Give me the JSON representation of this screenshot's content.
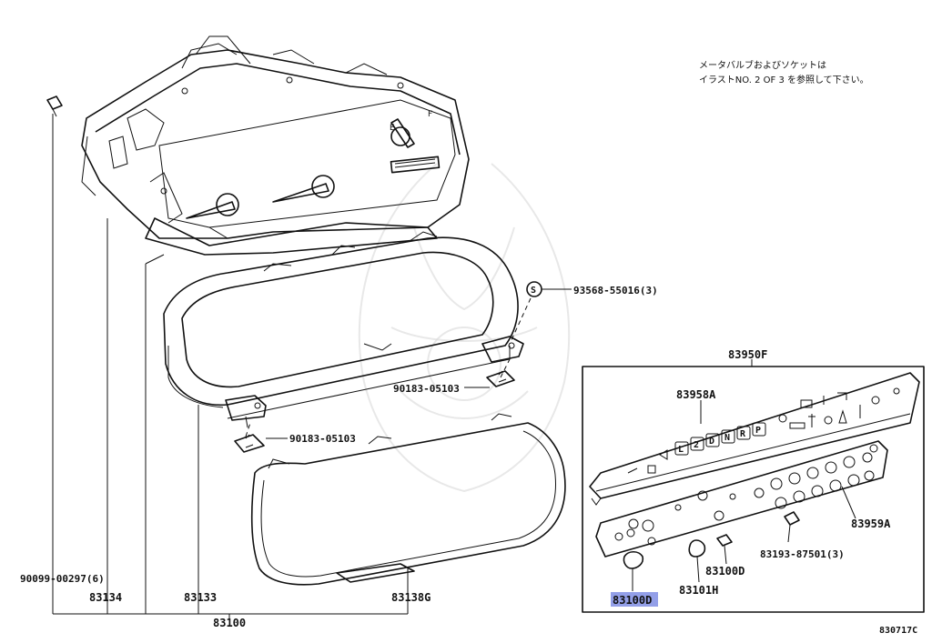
{
  "note": {
    "line1": "メータバルブおよびソケットは",
    "line2": "イラストNO. 2 OF 3 を参照して下さい。"
  },
  "labels": {
    "l_93568": "93568-55016(3)",
    "l_90183_a": "90183-05103",
    "l_90183_b": "90183-05103",
    "l_83950F": "83950F",
    "l_83958A": "83958A",
    "l_83959A": "83959A",
    "l_83193": "83193-87501(3)",
    "l_83100D_a": "83100D",
    "l_83100D_b": "83100D",
    "l_83101H": "83101H",
    "l_90099": "90099-00297(6)",
    "l_83134": "83134",
    "l_83133": "83133",
    "l_83138G": "83138G",
    "l_83100": "83100",
    "l_ref": "830717C",
    "s_symbol": "S"
  },
  "gear_indicators": [
    "L",
    "2",
    "D",
    "N",
    "R",
    "P"
  ],
  "highlight": {
    "part": "83100D",
    "color": "#6f7fe0"
  }
}
